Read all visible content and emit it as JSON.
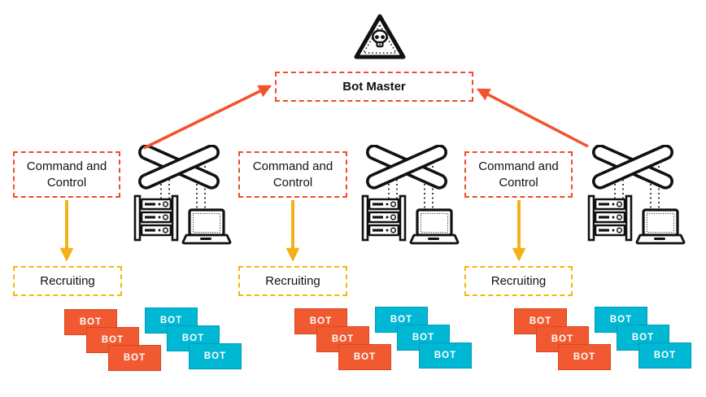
{
  "bot_master": {
    "label": "Bot Master"
  },
  "hazard": {
    "icon": "skull-warning-icon"
  },
  "columns": [
    {
      "command_control_label": "Command and Control",
      "recruiting_label": "Recruiting"
    },
    {
      "command_control_label": "Command and Control",
      "recruiting_label": "Recruiting"
    },
    {
      "command_control_label": "Command and Control",
      "recruiting_label": "Recruiting"
    }
  ],
  "device_icons": {
    "switch": "network-switch-icon",
    "server": "server-rack-icon",
    "laptop": "laptop-icon"
  },
  "bot_groups": [
    {
      "orange": [
        "BOT",
        "BOT",
        "BOT"
      ],
      "cyan": [
        "BOT",
        "BOT",
        "BOT"
      ]
    },
    {
      "orange": [
        "BOT",
        "BOT",
        "BOT"
      ],
      "cyan": [
        "BOT",
        "BOT",
        "BOT"
      ]
    },
    {
      "orange": [
        "BOT",
        "BOT",
        "BOT"
      ],
      "cyan": [
        "BOT",
        "BOT",
        "BOT"
      ]
    }
  ],
  "colors": {
    "dashed_red_border": "#ED4D26",
    "arrow_orange": "#F4522E",
    "dashed_yellow_border": "#F5B70E",
    "arrow_gold": "#F2B118",
    "bot_orange": "#F15A31",
    "bot_cyan": "#00B7D4"
  }
}
